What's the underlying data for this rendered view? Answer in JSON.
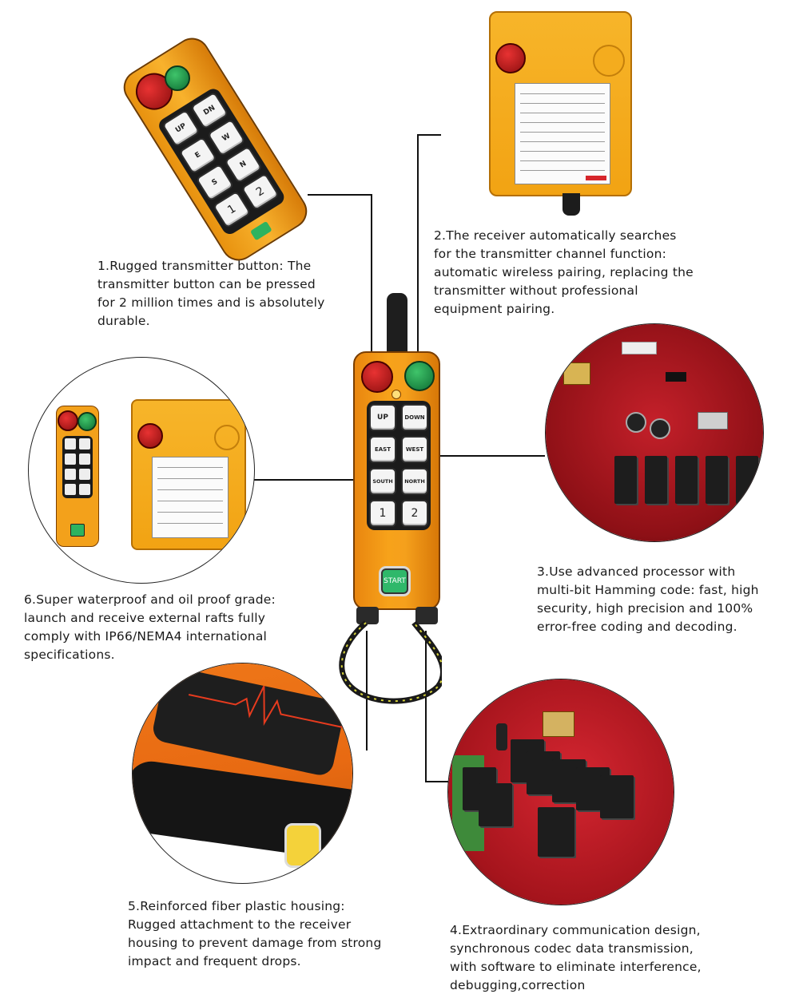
{
  "captions": {
    "c1": "1.Rugged transmitter button: The\ntransmitter button can be pressed\nfor 2 million times and is absolutely\ndurable.",
    "c2": "2.The receiver automatically searches\nfor the transmitter channel function:\nautomatic wireless pairing, replacing the\ntransmitter without professional\nequipment pairing.",
    "c3": "3.Use advanced processor with\nmulti-bit Hamming code: fast, high\nsecurity, high precision and 100%\nerror-free coding and decoding.",
    "c4": "4.Extraordinary communication design,\nsynchronous codec data transmission,\nwith software to eliminate interference,\ndebugging,correction",
    "c5": "5.Reinforced fiber plastic housing:\nRugged attachment to the receiver\nhousing to prevent damage from strong\nimpact and frequent drops.",
    "c6": "6.Super waterproof and oil proof grade:\nlaunch and receive external rafts fully\ncomply with IP66/NEMA4 international\nspecifications."
  },
  "remote_keys": {
    "up": "UP",
    "down": "DOWN",
    "east": "EAST",
    "west": "WEST",
    "south": "SOUTH",
    "north": "NORTH",
    "one": "1",
    "two": "2",
    "start": "START"
  },
  "colors": {
    "housing": "#f5a01c",
    "estop": "#d12424",
    "knob": "#27a552",
    "pcb": "#b81c25"
  }
}
